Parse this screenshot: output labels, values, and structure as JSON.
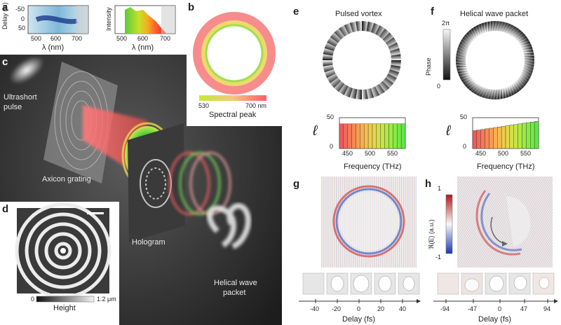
{
  "panels": {
    "a": "a",
    "b": "b",
    "c": "c",
    "d": "d",
    "e": "e",
    "f": "f",
    "g": "g",
    "h": "h"
  },
  "panel_a": {
    "delay_ylabel": "Delay (fs)",
    "delay_ticks": [
      "-50",
      "0",
      "50"
    ],
    "intensity_ylabel": "Intensity",
    "x_ticks": [
      "500",
      "600",
      "700"
    ],
    "xlabel": "λ (nm)"
  },
  "panel_b": {
    "min": "530",
    "max": "700 nm",
    "caption": "Spectral peak"
  },
  "panel_c": {
    "pulse_label_1": "Ultrashort",
    "pulse_label_2": "pulse",
    "axicon_label": "Axicon grating",
    "hologram_label": "Hologram",
    "helical_label_1": "Helical wave",
    "helical_label_2": "packet"
  },
  "panel_d": {
    "scale_min": "0",
    "scale_max": "1.2 μm",
    "caption": "Height"
  },
  "panel_e": {
    "title": "Pulsed vortex",
    "ylabel": "ℓ",
    "y_ticks": [
      "0",
      "50"
    ],
    "x_ticks": [
      "450",
      "500",
      "550"
    ],
    "xlabel": "Frequency (THz)"
  },
  "panel_f": {
    "title": "Helical wave packet",
    "phase_label": "Phase",
    "phase_max": "2π",
    "phase_min": "0",
    "ylabel": "ℓ",
    "y_ticks": [
      "0",
      "50"
    ],
    "x_ticks": [
      "450",
      "500",
      "550"
    ],
    "xlabel": "Frequency (THz)"
  },
  "panel_g": {
    "x_ticks": [
      "-40",
      "-20",
      "0",
      "20",
      "40"
    ],
    "xlabel": "Delay (fs)"
  },
  "panel_h": {
    "cbar_label": "ℜ(E) (a.u.)",
    "cbar_max": "1",
    "cbar_min": "-1",
    "x_ticks": [
      "-94",
      "-47",
      "0",
      "47",
      "94"
    ],
    "xlabel": "Delay (fs)"
  },
  "chart_data": [
    {
      "type": "bar",
      "panel": "e",
      "title": "Pulsed vortex",
      "xlabel": "Frequency (THz)",
      "ylabel": "ℓ",
      "xlim": [
        415,
        575
      ],
      "ylim": [
        0,
        50
      ],
      "x": [
        420,
        430,
        440,
        450,
        460,
        470,
        480,
        490,
        500,
        510,
        520,
        530,
        540,
        550,
        560,
        570
      ],
      "values": [
        40,
        40,
        40,
        40,
        40,
        40,
        40,
        40,
        40,
        40,
        40,
        40,
        40,
        40,
        40,
        40
      ]
    },
    {
      "type": "bar",
      "panel": "f",
      "title": "Helical wave packet",
      "xlabel": "Frequency (THz)",
      "ylabel": "ℓ",
      "xlim": [
        415,
        575
      ],
      "ylim": [
        0,
        50
      ],
      "x": [
        420,
        430,
        440,
        450,
        460,
        470,
        480,
        490,
        500,
        510,
        520,
        530,
        540,
        550,
        560,
        570
      ],
      "values": [
        29,
        30,
        31,
        32,
        33,
        34,
        35,
        36,
        37,
        38,
        39,
        40,
        41,
        42,
        43,
        44
      ]
    }
  ]
}
